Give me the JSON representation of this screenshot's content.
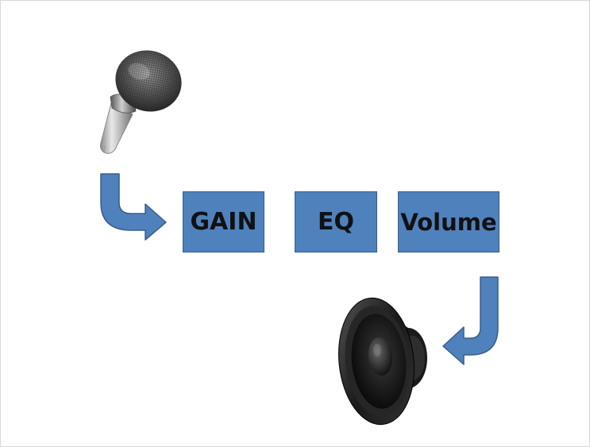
{
  "diagram": {
    "blocks": [
      {
        "key": "gain",
        "label": "GAIN"
      },
      {
        "key": "eq",
        "label": "EQ"
      },
      {
        "key": "volume",
        "label": "Volume"
      }
    ],
    "icons": {
      "input": "microphone-icon",
      "output": "speaker-icon"
    },
    "colors": {
      "block_fill": "#4f81bd",
      "block_border": "#385d8a",
      "arrow_fill": "#4f81bd",
      "arrow_border": "#385d8a",
      "text": "#111111",
      "background": "#ffffff"
    }
  }
}
